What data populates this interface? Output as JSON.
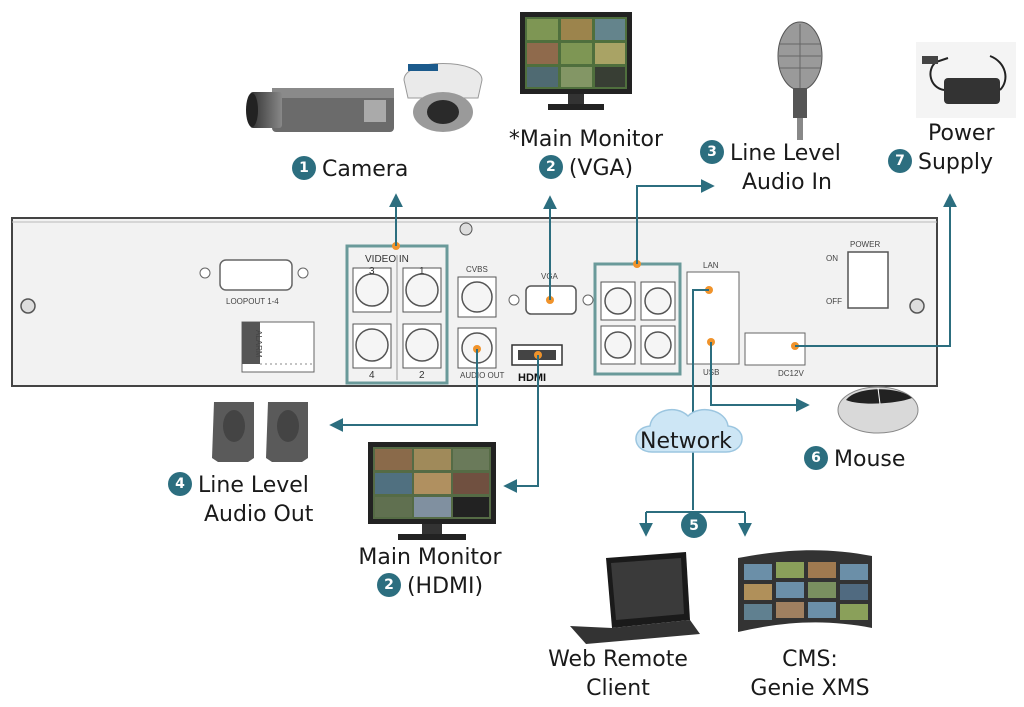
{
  "devices": {
    "camera": {
      "num": "1",
      "label": "Camera"
    },
    "main_monitor_vga": {
      "num": "2",
      "line1": "*Main Monitor",
      "line2": "(VGA)"
    },
    "line_in": {
      "num": "3",
      "line1": "Line Level",
      "line2": "Audio In"
    },
    "line_out": {
      "num": "4",
      "line1": "Line Level",
      "line2": "Audio Out"
    },
    "network": {
      "num": "5",
      "label": "Network"
    },
    "mouse": {
      "num": "6",
      "label": "Mouse"
    },
    "power": {
      "num": "7",
      "line1": "Power",
      "line2": "Supply"
    },
    "main_monitor_hdmi": {
      "num": "2",
      "line1": "Main Monitor",
      "line2": "(HDMI)"
    },
    "web_client": {
      "line1": "Web Remote",
      "line2": "Client"
    },
    "cms": {
      "line1": "CMS:",
      "line2": "Genie XMS"
    }
  },
  "panel": {
    "loopout": "LOOPOUT 1-4",
    "video_in": "VIDEO IN",
    "cvbs": "CVBS",
    "audio_out": "AUDIO OUT",
    "vga": "VGA",
    "hdmi": "HDMI",
    "lan": "LAN",
    "usb": "USB",
    "power": "POWER",
    "on": "ON",
    "off": "OFF",
    "dc": "DC12V",
    "alarm": "ALARM",
    "n1": "1",
    "n2": "2",
    "n3": "3",
    "n4": "4"
  },
  "colors": {
    "arrow": "#2c6e7f",
    "badge": "#2c6e7f",
    "connector": "#f0932b",
    "panel": "#eeeeee"
  }
}
